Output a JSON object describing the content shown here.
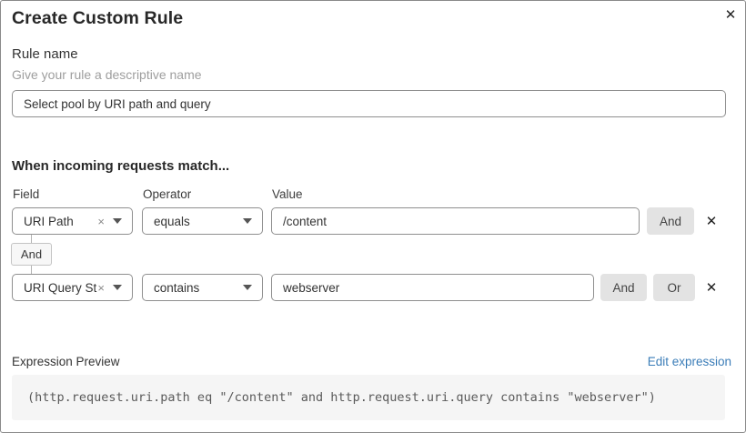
{
  "dialog": {
    "title": "Create Custom Rule"
  },
  "icons": {
    "close": "✕",
    "clear": "×",
    "row_delete": "✕"
  },
  "rule_name": {
    "label": "Rule name",
    "helper": "Give your rule a descriptive name",
    "value": "Select pool by URI path and query"
  },
  "matcher": {
    "heading": "When incoming requests match...",
    "columns": {
      "field": "Field",
      "operator": "Operator",
      "value": "Value"
    },
    "connector_label": "And",
    "rows": [
      {
        "field": "URI Path",
        "operator": "equals",
        "value": "/content",
        "and_label": "And"
      },
      {
        "field": "URI Query St...",
        "operator": "contains",
        "value": "webserver",
        "and_label": "And",
        "or_label": "Or"
      }
    ]
  },
  "expression_preview": {
    "label": "Expression Preview",
    "edit_link": "Edit expression",
    "expression": "(http.request.uri.path eq \"/content\" and http.request.uri.query contains \"webserver\")"
  },
  "colors": {
    "link": "#3b7db8",
    "dialog_border": "#8a8a8a",
    "input_border": "#8f8f8f",
    "button_bg": "#e3e3e3",
    "code_bg": "#f5f5f5"
  }
}
